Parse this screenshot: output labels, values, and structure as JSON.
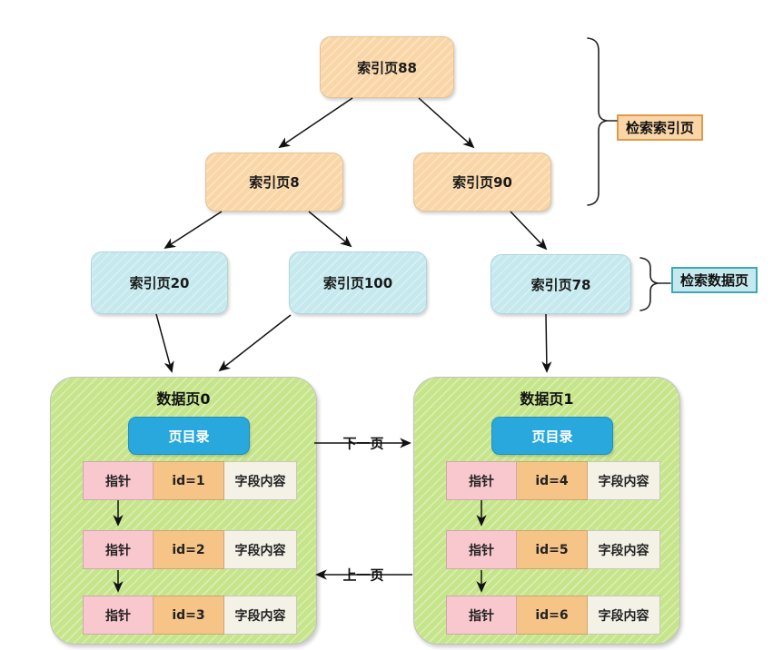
{
  "diagram": {
    "tree": {
      "root": "索引页88",
      "level2": [
        "索引页8",
        "索引页90"
      ],
      "level3": [
        "索引页20",
        "索引页100",
        "索引页78"
      ]
    },
    "annotations": {
      "index_phase": "检索索引页",
      "data_phase": "检索数据页"
    },
    "page_links": {
      "next": "下一页",
      "prev": "上一页"
    },
    "data_pages": [
      {
        "title": "数据页0",
        "directory": "页目录",
        "rows": [
          {
            "pointer": "指针",
            "id": "id=1",
            "content": "字段内容"
          },
          {
            "pointer": "指针",
            "id": "id=2",
            "content": "字段内容"
          },
          {
            "pointer": "指针",
            "id": "id=3",
            "content": "字段内容"
          }
        ]
      },
      {
        "title": "数据页1",
        "directory": "页目录",
        "rows": [
          {
            "pointer": "指针",
            "id": "id=4",
            "content": "字段内容"
          },
          {
            "pointer": "指针",
            "id": "id=5",
            "content": "字段内容"
          },
          {
            "pointer": "指针",
            "id": "id=6",
            "content": "字段内容"
          }
        ]
      }
    ],
    "colors": {
      "index_node_fill": "#FAD6A7",
      "index_label_border": "#DE9B4D",
      "leaf_node_fill": "#C5E9EE",
      "leaf_label_border": "#3FA8B5",
      "data_page_fill": "#C6E58B",
      "directory_fill": "#29A8DE",
      "pointer_cell_fill": "#F9C8CE",
      "id_cell_fill": "#F6C487",
      "content_cell_fill": "#F4F2E7",
      "arrow": "#111111"
    }
  }
}
